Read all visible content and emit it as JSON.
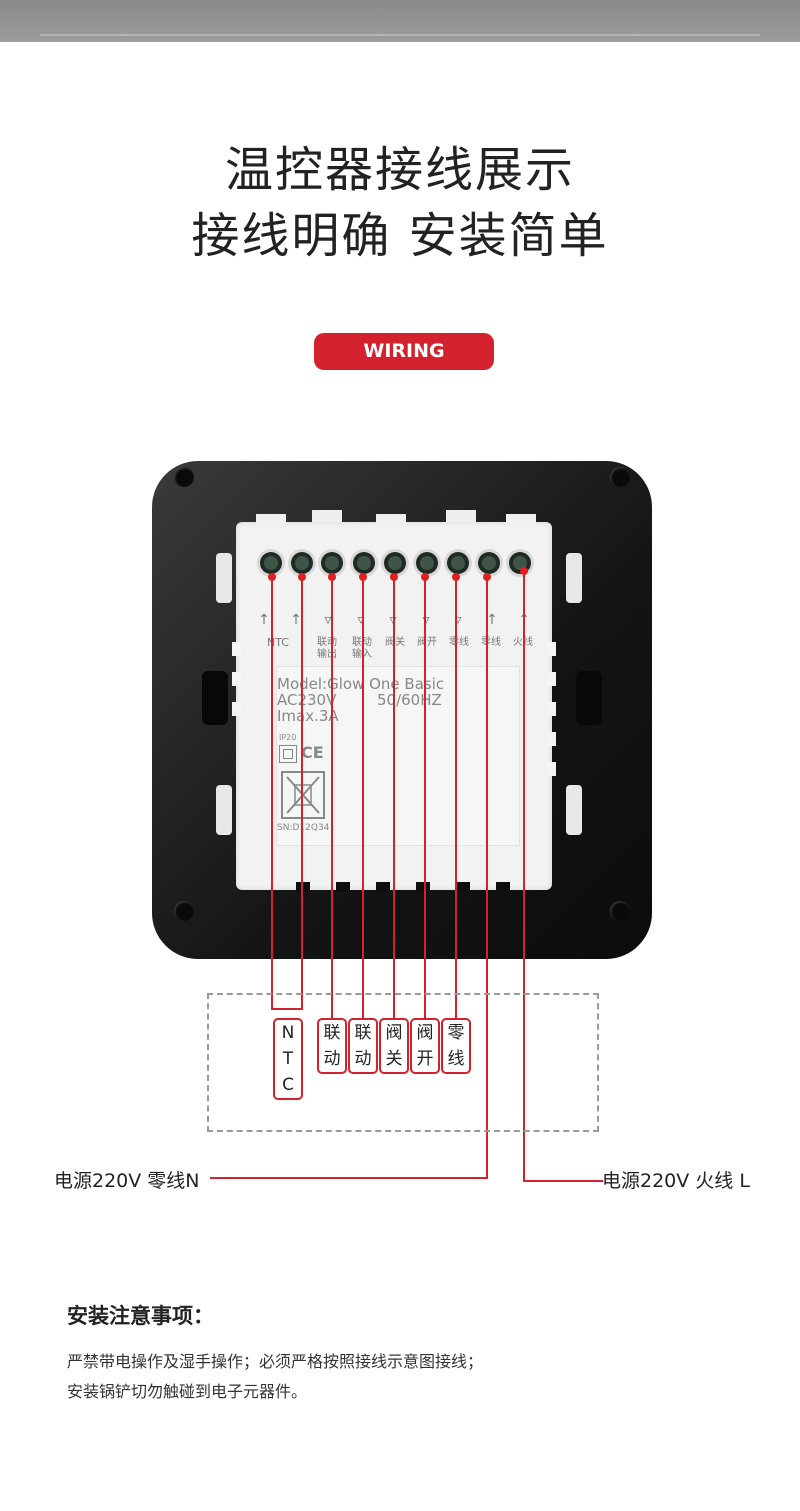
{
  "title": {
    "line1": "温控器接线展示",
    "line2": "接线明确 安装简单"
  },
  "badge": {
    "label": "WIRING",
    "color": "#d3222e"
  },
  "device": {
    "model": "Model:Glow One Basic",
    "power": "AC230V",
    "freq": "50/60HZ",
    "current": "Imax.3A",
    "ip": "IP20",
    "ce": "CE",
    "serial": "SN:D12Q34",
    "ntc_label": "NTC",
    "terminal_labels": [
      {
        "top": "联动",
        "bottom": "输出"
      },
      {
        "top": "联动",
        "bottom": "输入"
      },
      {
        "top": "阀关",
        "bottom": ""
      },
      {
        "top": "阀开",
        "bottom": ""
      },
      {
        "top": "零线",
        "bottom": ""
      },
      {
        "top": "零线",
        "bottom": ""
      },
      {
        "top": "火线",
        "bottom": ""
      }
    ]
  },
  "wire_tags": [
    {
      "chars": [
        "N",
        "T",
        "C"
      ]
    },
    {
      "chars": [
        "联",
        "动"
      ]
    },
    {
      "chars": [
        "联",
        "动"
      ]
    },
    {
      "chars": [
        "阀",
        "关"
      ]
    },
    {
      "chars": [
        "阀",
        "开"
      ]
    },
    {
      "chars": [
        "零",
        "线"
      ]
    }
  ],
  "power": {
    "neutral": "电源220V 零线N",
    "live": "电源220V 火线 L"
  },
  "notes": {
    "title": "安装注意事项：",
    "lines": [
      "严禁带电操作及湿手操作；必须严格按照接线示意图接线；",
      "安装锅铲切勿触碰到电子元器件。"
    ]
  }
}
